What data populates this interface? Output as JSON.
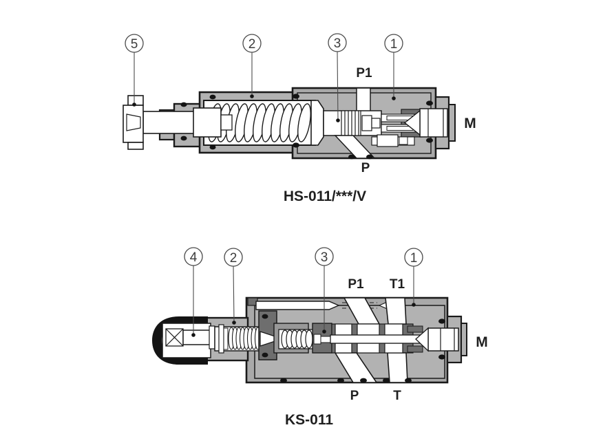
{
  "figure": {
    "background": "#ffffff",
    "line_color": "#1a1a1a",
    "body_gray": "#b2b2b2",
    "dark_gray": "#6e6e6e",
    "mid_gray": "#989898"
  },
  "top_diagram": {
    "title": "HS-011/***/V",
    "callouts": [
      {
        "number": "5"
      },
      {
        "number": "2"
      },
      {
        "number": "3"
      },
      {
        "number": "1"
      }
    ],
    "ports": {
      "p1": "P1",
      "p": "P",
      "m": "M"
    }
  },
  "bottom_diagram": {
    "title": "KS-011",
    "callouts": [
      {
        "number": "4"
      },
      {
        "number": "2"
      },
      {
        "number": "3"
      },
      {
        "number": "1"
      }
    ],
    "ports": {
      "p1": "P1",
      "t1": "T1",
      "p": "P",
      "t": "T",
      "m": "M"
    }
  }
}
